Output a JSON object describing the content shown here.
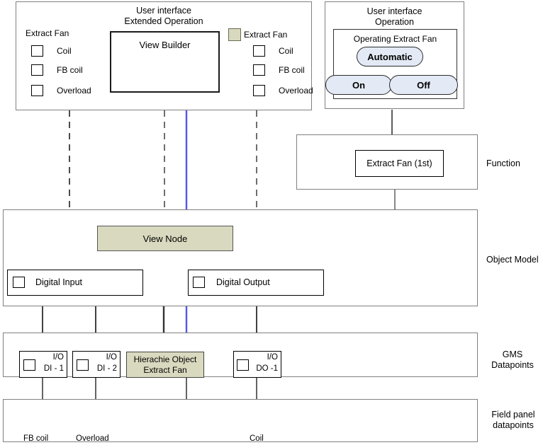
{
  "panels": {
    "extended_operation": {
      "title_line1": "User interface",
      "title_line2": "Extended Operation",
      "view_builder_label": "View Builder",
      "left_group": {
        "heading": "Extract Fan",
        "items": [
          {
            "label": "Coil",
            "icon": "output-arrow-icon"
          },
          {
            "label": "FB coil",
            "icon": "input-arrow-icon"
          },
          {
            "label": "Overload",
            "icon": "input-arrow-icon"
          }
        ]
      },
      "right_group": {
        "heading": "Extract Fan",
        "items": [
          {
            "label": "Coil",
            "icon": "output-arrow-icon"
          },
          {
            "label": "FB coil",
            "icon": "input-arrow-icon"
          },
          {
            "label": "Overload",
            "icon": "input-arrow-icon"
          }
        ]
      }
    },
    "operation": {
      "title_line1": "User interface",
      "title_line2": "Operation",
      "group_title": "Operating Extract Fan",
      "buttons": [
        {
          "label": "Automatic"
        },
        {
          "label": "On"
        },
        {
          "label": "Off"
        }
      ]
    }
  },
  "layers": {
    "function": {
      "label": "Function",
      "block_label": "Extract Fan (1st)"
    },
    "object_model": {
      "label": "Object Model",
      "view_node_label": "View Node",
      "digital_input_label": "Digital Input",
      "digital_output_label": "Digital Output"
    },
    "gms": {
      "label_line1": "GMS",
      "label_line2": "Datapoints",
      "datapoints": [
        {
          "kind": "io",
          "top": "I/O",
          "bottom": "DI - 1",
          "icon": "input-arrow-icon"
        },
        {
          "kind": "io",
          "top": "I/O",
          "bottom": "DI - 2",
          "icon": "input-arrow-icon"
        },
        {
          "kind": "hierarchy",
          "line1": "Hierachie Object",
          "line2": "Extract Fan"
        },
        {
          "kind": "io",
          "top": "I/O",
          "bottom": "DO -1",
          "icon": "output-arrow-icon"
        }
      ]
    },
    "field_panel": {
      "label_line1": "Field panel",
      "label_line2": "datapoints",
      "points": [
        {
          "label": "FB coil",
          "symbol": "contact-switch-icon"
        },
        {
          "label": "Overload",
          "symbol": "contact-switch-icon"
        },
        {
          "label": "Coil",
          "symbol": "coil-circle-icon"
        }
      ]
    }
  },
  "colors": {
    "khaki": "#d9d9bf",
    "button_blue": "#e3eaf6",
    "link_blue": "#5555ee",
    "frame_gray": "#808080"
  }
}
